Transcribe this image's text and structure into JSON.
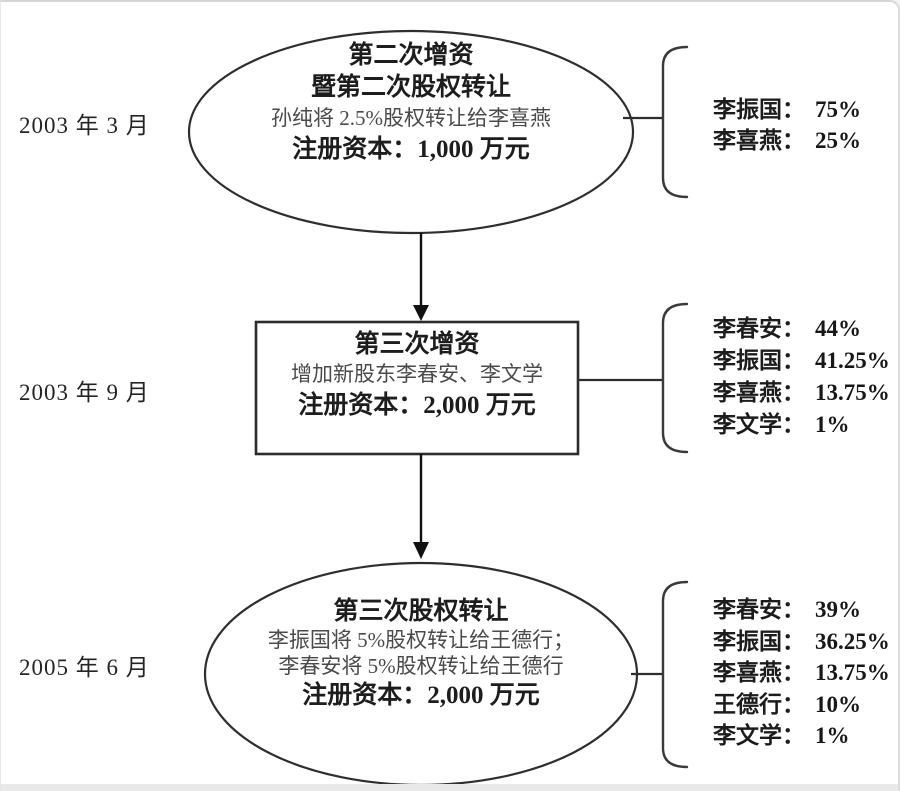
{
  "stages": [
    {
      "date": "2003 年 3 月",
      "shape": "ellipse",
      "lines": {
        "title1": "第二次增资",
        "title2": "暨第二次股权转让",
        "detail1": "孙纯将 2.5%股权转让给李喜燕",
        "capital": "注册资本：1,000 万元"
      },
      "shareholders": [
        {
          "name": "李振国：",
          "pct": "75%"
        },
        {
          "name": "李喜燕：",
          "pct": "25%"
        }
      ]
    },
    {
      "date": "2003 年 9 月",
      "shape": "rectangle",
      "lines": {
        "title1": "第三次增资",
        "detail1": "增加新股东李春安、李文学",
        "capital": "注册资本：2,000 万元"
      },
      "shareholders": [
        {
          "name": "李春安：",
          "pct": "44%"
        },
        {
          "name": "李振国：",
          "pct": "41.25%"
        },
        {
          "name": "李喜燕：",
          "pct": "13.75%"
        },
        {
          "name": "李文学：",
          "pct": "1%"
        }
      ]
    },
    {
      "date": "2005 年 6 月",
      "shape": "ellipse",
      "lines": {
        "title1": "第三次股权转让",
        "detail1": "李振国将 5%股权转让给王德行；",
        "detail2": "李春安将 5%股权转让给王德行",
        "capital": "注册资本：2,000 万元"
      },
      "shareholders": [
        {
          "name": "李春安：",
          "pct": "39%"
        },
        {
          "name": "李振国：",
          "pct": "36.25%"
        },
        {
          "name": "李喜燕：",
          "pct": "13.75%"
        },
        {
          "name": "王德行：",
          "pct": "10%"
        },
        {
          "name": "李文学：",
          "pct": "1%"
        }
      ]
    }
  ],
  "colors": {
    "shape_stroke": "#2e2e2e",
    "arrow": "#111111",
    "bracket": "#3a3a3a",
    "title_text": "#1d1d1d",
    "detail_text": "#4a4a4a"
  }
}
